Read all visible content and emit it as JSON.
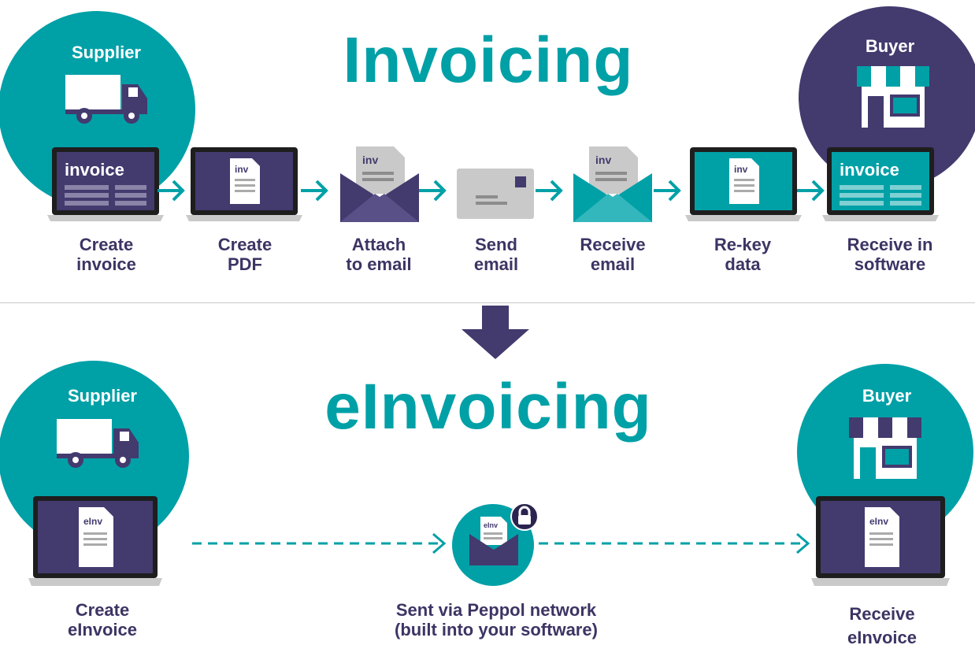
{
  "colors": {
    "teal": "#00a0a7",
    "purple": "#433a6e",
    "gray": "#c9c9c9",
    "text": "#3d3464"
  },
  "top": {
    "title": "Invoicing",
    "supplier_label": "Supplier",
    "buyer_label": "Buyer",
    "invoice_word": "invoice",
    "doc_word": "inv",
    "steps": [
      {
        "line1": "Create",
        "line2": "invoice"
      },
      {
        "line1": "Create",
        "line2": "PDF"
      },
      {
        "line1": "Attach",
        "line2": "to email"
      },
      {
        "line1": "Send",
        "line2": "email"
      },
      {
        "line1": "Receive",
        "line2": "email"
      },
      {
        "line1": "Re-key",
        "line2": "data"
      },
      {
        "line1": "Receive in",
        "line2": "software"
      }
    ]
  },
  "bottom": {
    "title": "eInvoicing",
    "supplier_label": "Supplier",
    "buyer_label": "Buyer",
    "doc_word": "eInv",
    "left": {
      "line1": "Create",
      "line2": "eInvoice"
    },
    "middle": {
      "line1": "Sent via Peppol network",
      "line2": "(built into your software)"
    },
    "right": {
      "line1": "Receive",
      "line2": "eInvoice"
    }
  }
}
